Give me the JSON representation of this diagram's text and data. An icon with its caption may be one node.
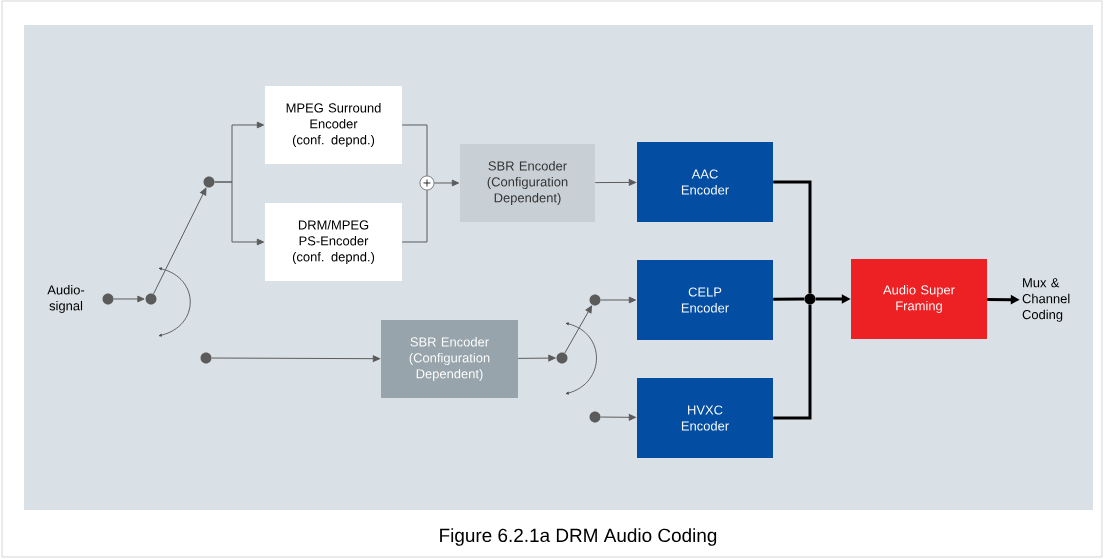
{
  "diagram": {
    "caption": "Figure 6.2.1a DRM Audio Coding",
    "nodes": [
      {
        "text": [],
        "shape": "circle",
        "beside": [
          "Audio- signal"
        ]
      },
      {
        "text": [],
        "shape": "circle"
      },
      {
        "text": [],
        "shape": "circle"
      },
      {
        "text": [
          "MPEG Surround Encoder (conf. depnd.)"
        ]
      },
      {
        "text": [
          "DRM/MPEG PS-Encoder (conf. depnd.)"
        ]
      },
      {
        "text": [],
        "shape": "circle"
      },
      {
        "text": [
          "SBR Encoder (Configuration Dependent)"
        ]
      },
      {
        "text": [],
        "shape": "circle"
      },
      {
        "text": [
          "SBR Encoder (Configuration Dependent)"
        ]
      },
      {
        "text": [],
        "shape": "circle"
      },
      {
        "text": [],
        "shape": "circle"
      },
      {
        "text": [],
        "shape": "circle"
      },
      {
        "text": [
          "AAC Encoder"
        ]
      },
      {
        "text": [
          "CELP Encoder"
        ]
      },
      {
        "text": [
          "HVXC Encoder"
        ]
      },
      {
        "text": [],
        "shape": "circle"
      },
      {
        "text": [
          "Audio Super Framing"
        ]
      },
      {
        "text": [
          "Mux & Channel Coding"
        ]
      }
    ],
    "edges": [
      {
        "from": 0,
        "to": 1,
        "arrow": "to"
      },
      {
        "from": 1,
        "to": 2,
        "arrow": "to"
      },
      {
        "from": 2,
        "to": 3,
        "arrow": "to"
      },
      {
        "from": 2,
        "to": 4,
        "arrow": "to"
      },
      {
        "from": 3,
        "to": 5,
        "arrow": "none"
      },
      {
        "from": 4,
        "to": 5,
        "arrow": "none"
      },
      {
        "from": 5,
        "to": 6,
        "arrow": "to"
      },
      {
        "from": 6,
        "to": 12,
        "arrow": "to"
      },
      {
        "from": 7,
        "to": 8,
        "arrow": "to"
      },
      {
        "from": 8,
        "to": 9,
        "arrow": "to"
      },
      {
        "from": 9,
        "to": 10,
        "arrow": "to"
      },
      {
        "from": 10,
        "to": 13,
        "arrow": "to"
      },
      {
        "from": 11,
        "to": 14,
        "arrow": "to"
      },
      {
        "from": 12,
        "to": 15,
        "arrow": "none",
        "style": "thick",
        "color": "#000000"
      },
      {
        "from": 13,
        "to": 15,
        "arrow": "none",
        "style": "thick",
        "color": "#000000"
      },
      {
        "from": 14,
        "to": 15,
        "arrow": "none",
        "style": "thick",
        "color": "#000000"
      },
      {
        "from": 15,
        "to": 16,
        "arrow": "to",
        "style": "thick",
        "color": "#000000"
      },
      {
        "from": 16,
        "to": 17,
        "arrow": "to",
        "style": "thick",
        "color": "#000000"
      }
    ]
  }
}
